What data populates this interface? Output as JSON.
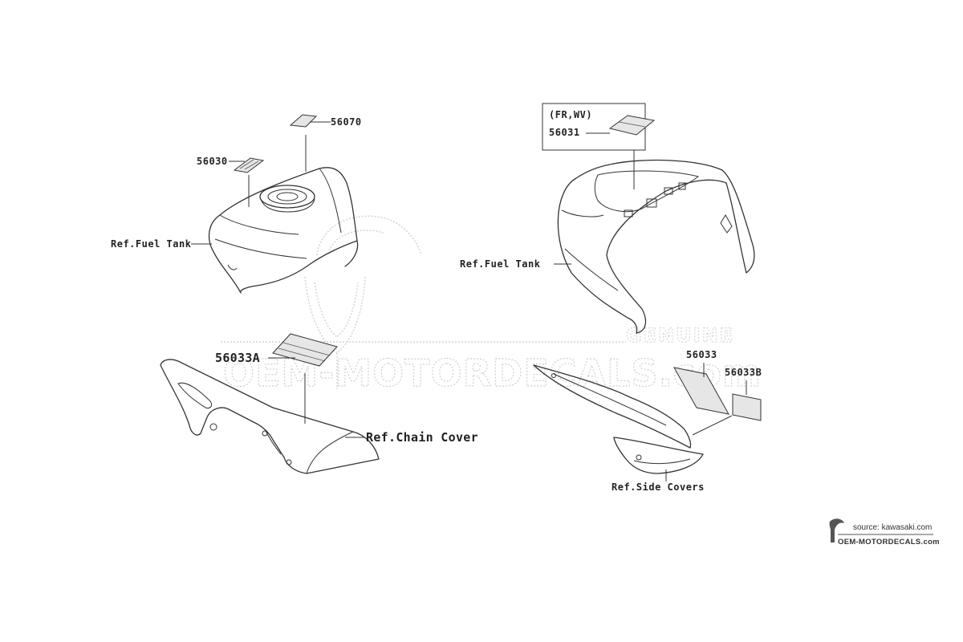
{
  "labels": {
    "part_56070": "56070",
    "part_56030": "56030",
    "left_ref_fuel_tank": "Ref.Fuel Tank",
    "part_56033A": "56033A",
    "ref_chain_cover": "Ref.Chain Cover",
    "variant_note": "(FR,WV)",
    "part_56031": "56031",
    "right_ref_fuel_tank": "Ref.Fuel Tank",
    "part_56033": "56033",
    "part_56033B": "56033B",
    "ref_side_covers": "Ref.Side Covers"
  },
  "watermark": {
    "site": "OEM-MOTORDECALS.com",
    "badge": "GENUINE"
  },
  "source_box": {
    "source_text": "source: kawasaki.com",
    "brand_text": "OEM-MOTORDECALS.com"
  }
}
